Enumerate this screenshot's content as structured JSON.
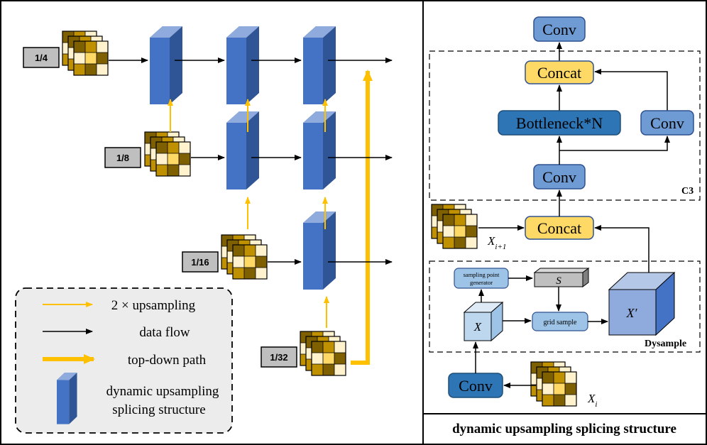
{
  "scales": [
    "1/4",
    "1/8",
    "1/16",
    "1/32"
  ],
  "legend": {
    "upsampling": "2 × upsampling",
    "data_flow": "data flow",
    "top_down": "top-down path",
    "structure_line1": "dynamic upsampling",
    "structure_line2": "splicing structure"
  },
  "right_panel": {
    "caption": "dynamic upsampling splicing structure",
    "conv": "Conv",
    "concat": "Concat",
    "bottleneck": "Bottleneck*N",
    "c3": "C3",
    "dysample": "Dysample",
    "sampling_point_line1": "sampling point",
    "sampling_point_line2": "generator",
    "s_label": "S",
    "x_label": "X",
    "grid_sample": "grid sample",
    "x_prime": "X′",
    "x_i_plus_1_base": "X",
    "x_i_plus_1_sub": "i+1",
    "x_i_base": "X",
    "x_i_sub": "i"
  },
  "colors": {
    "blue_block": "#4472c4",
    "arrow_yellow": "#ffc000",
    "conv_fill": "#6f9bd4",
    "concat_fill": "#ffd966",
    "bottleneck_fill": "#2e75b6",
    "scale_box": "#bfbfbf",
    "legend_bg": "#ececec"
  }
}
